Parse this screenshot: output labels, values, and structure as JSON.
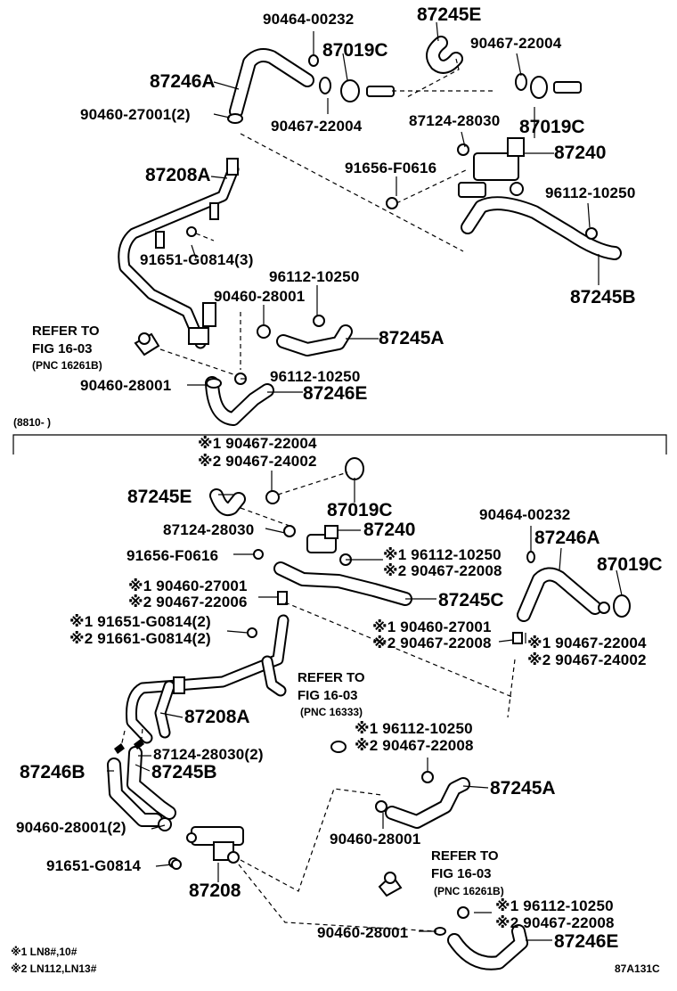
{
  "upper": {
    "labels": {
      "p90464_00232": "90464-00232",
      "p87245E": "87245E",
      "p87019C_a": "87019C",
      "p90467_22004_a": "90467-22004",
      "p87246A": "87246A",
      "p90460_27001": "90460-27001(2)",
      "p90467_22004_b": "90467-22004",
      "p87124_28030": "87124-28030",
      "p87019C_b": "87019C",
      "p87240": "87240",
      "p87208A": "87208A",
      "p91656_F0616": "91656-F0616",
      "p96112_10250_a": "96112-10250",
      "p91651_G0814": "91651-G0814(3)",
      "p87245B": "87245B",
      "p96112_10250_b": "96112-10250",
      "p90460_28001_a": "90460-28001",
      "p87245A": "87245A",
      "refer1": "REFER TO",
      "fig1": "FIG 16-03",
      "pnc1": "(PNC 16261B)",
      "p96112_10250_c": "96112-10250",
      "p90460_28001_b": "90460-28001",
      "p87246E": "87246E"
    }
  },
  "date_range": "(8810-      )",
  "lower": {
    "labels": {
      "n1_90467_22004": "※1 90467-22004",
      "n2_90467_24002": "※2 90467-24002",
      "p87245E": "87245E",
      "p87019C": "87019C",
      "p87124_28030": "87124-28030",
      "p87240": "87240",
      "p90464_00232": "90464-00232",
      "p91656_F0616": "91656-F0616",
      "n1_96112_10250": "※1 96112-10250",
      "n2_90467_22008": "※2 90467-22008",
      "p87246A": "87246A",
      "p87019C_b": "87019C",
      "n1_90460_27001": "※1 90460-27001",
      "n2_90467_22006": "※2 90467-22006",
      "p87245C": "87245C",
      "n1_91651": "※1  91651-G0814(2)",
      "n2_91661": "※2  91661-G0814(2)",
      "n1_90460_27001_b": "※1 90460-27001",
      "n2_90467_22008_b": "※2 90467-22008",
      "n1_90467_22004_b": "※1 90467-22004",
      "n2_90467_24002_b": "※2 90467-24002",
      "refer2": "REFER TO",
      "fig2": "FIG 16-03",
      "pnc2": "(PNC 16333)",
      "p87208A": "87208A",
      "n1_96112_10250_b": "※1 96112-10250",
      "n2_90467_22008_c": "※2 90467-22008",
      "p87124_28030_2": "87124-28030(2)",
      "p87246B": "87246B",
      "p87245B": "87245B",
      "p87245A": "87245A",
      "p90460_28001_2": "90460-28001(2)",
      "p90460_28001": "90460-28001",
      "p91651_G0814": "91651-G0814",
      "refer3": "REFER TO",
      "fig3": "FIG 16-03",
      "pnc3": "(PNC 16261B)",
      "p87208": "87208",
      "n1_96112_10250_c": "※1 96112-10250",
      "n2_90467_22008_d": "※2 90467-22008",
      "p90460_28001_c": "90460-28001",
      "p87246E": "87246E"
    }
  },
  "footnotes": {
    "note1": "※1 LN8#,10#",
    "note2": "※2 LN112,LN13#"
  },
  "figure_code": "87A131C"
}
